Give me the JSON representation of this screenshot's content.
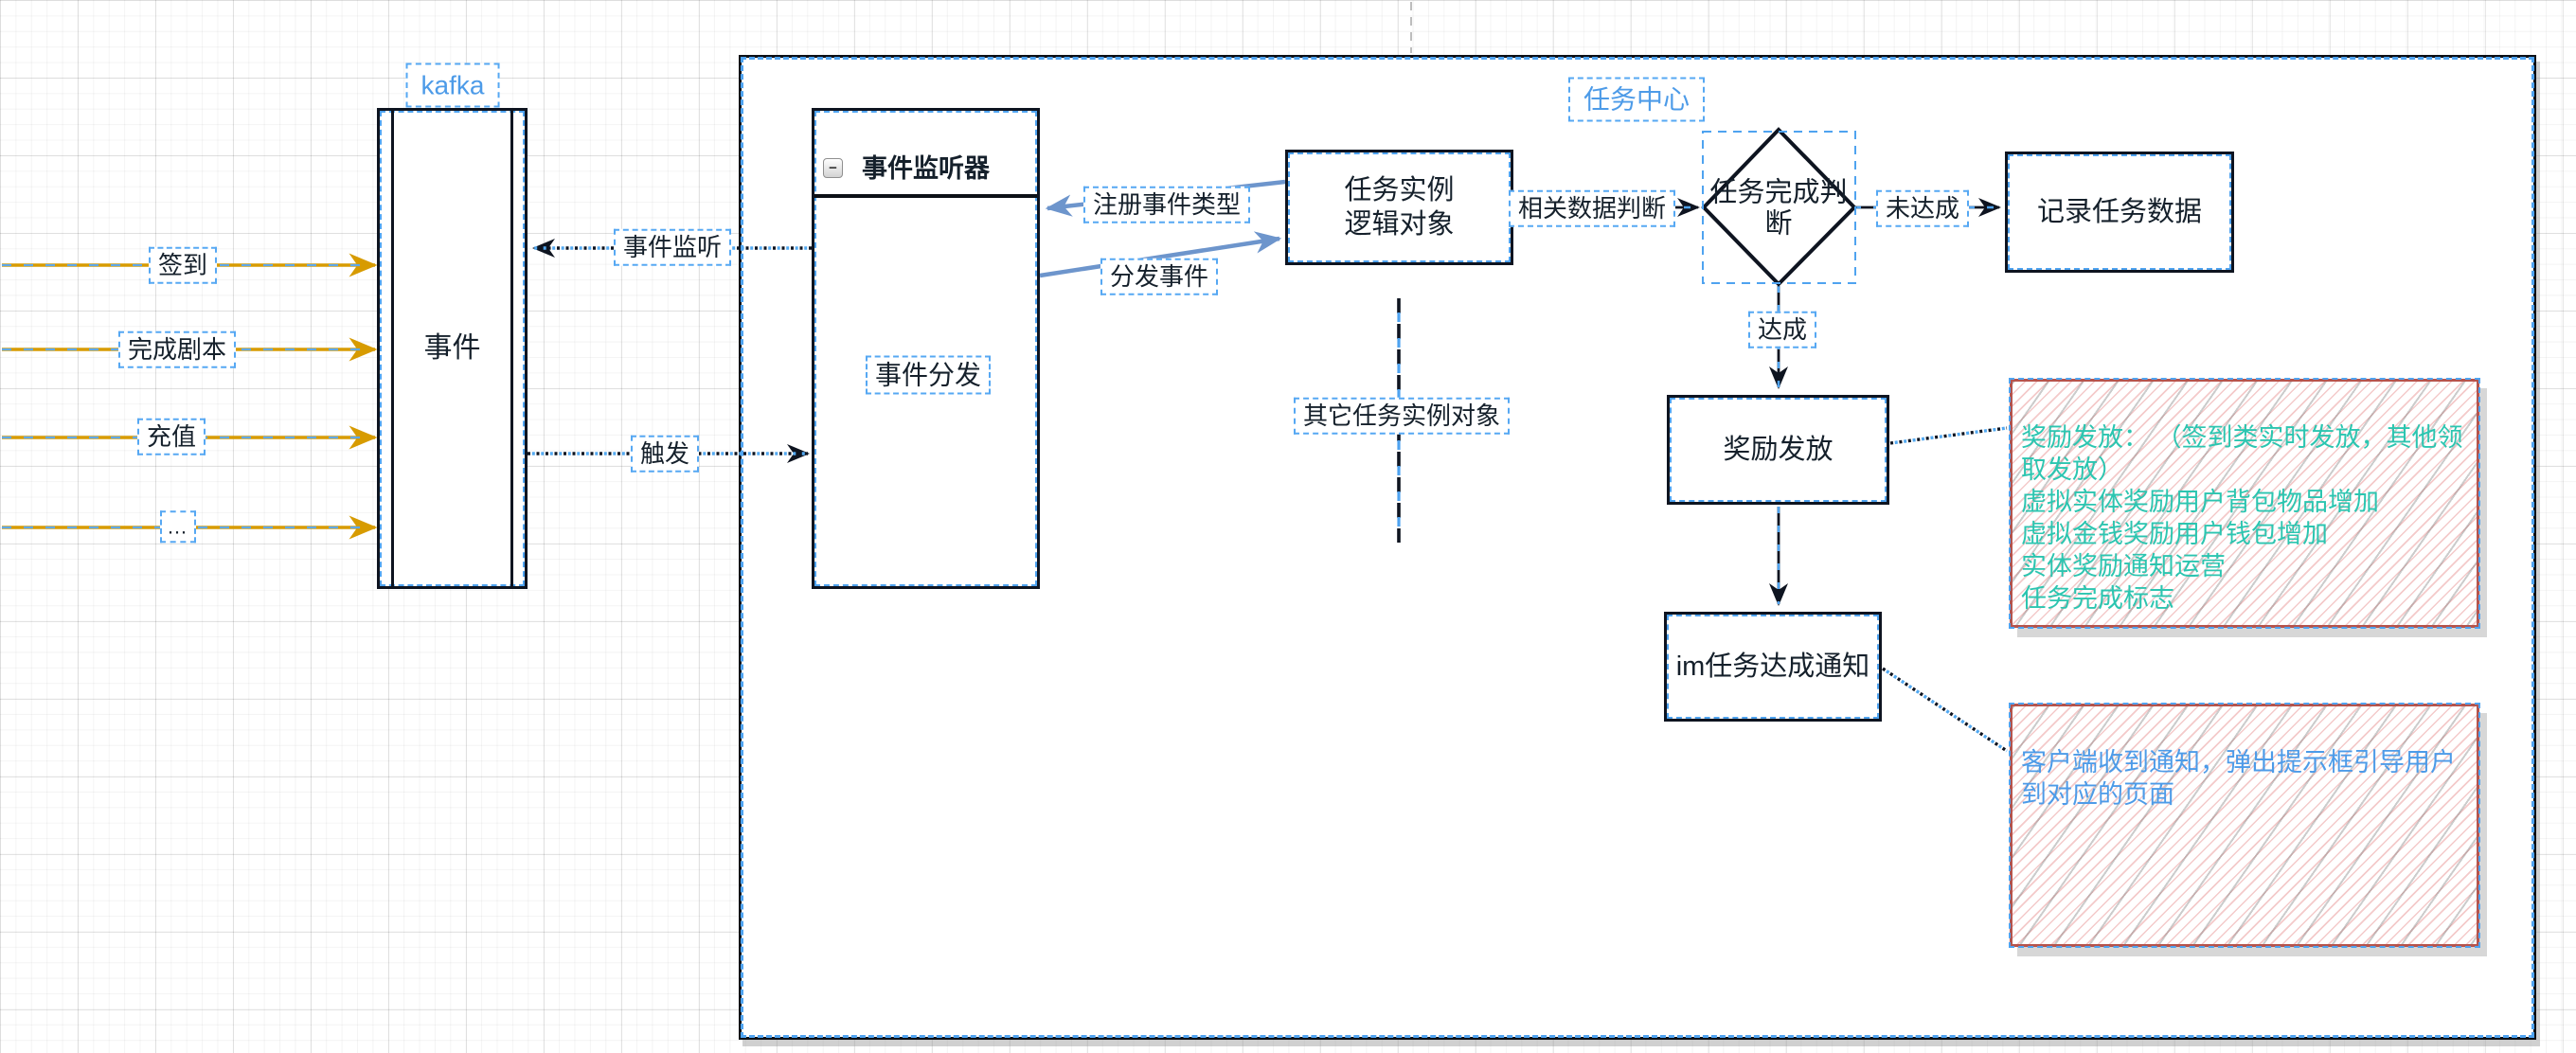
{
  "frames": {
    "kafka": {
      "label": "kafka",
      "color": "#4d9be8"
    },
    "task_center": {
      "label": "任务中心",
      "color": "#4d9be8"
    }
  },
  "nodes": {
    "event": {
      "label": "事件"
    },
    "event_listener": {
      "title": "事件监听器",
      "collapse_icon": "−",
      "body_label": "事件分发"
    },
    "task_instance": {
      "label": "任务实例\n逻辑对象"
    },
    "completion_check": {
      "label": "任务完成判断"
    },
    "record_task_data": {
      "label": "记录任务数据"
    },
    "reward_grant": {
      "label": "奖励发放"
    },
    "im_notify": {
      "label": "im任务达成通知"
    }
  },
  "input_events": [
    {
      "label": "签到"
    },
    {
      "label": "完成剧本"
    },
    {
      "label": "充值"
    },
    {
      "label": "…"
    }
  ],
  "edge_labels": {
    "event_listen": "事件监听",
    "trigger": "触发",
    "register_event_type": "注册事件类型",
    "dispatch_event": "分发事件",
    "related_data_check": "相关数据判断",
    "not_reached": "未达成",
    "reached": "达成",
    "other_task_instance": "其它任务实例对象"
  },
  "annotations": {
    "reward_note": {
      "text": "奖励发放： （签到类实时发放，其他领取发放）\n虚拟实体奖励用户背包物品增加\n虚拟金钱奖励用户钱包增加\n实体奖励通知运营\n任务完成标志",
      "color": "#2cc5b0"
    },
    "client_note": {
      "text": "客户端收到通知，弹出提示框引导用户到对应的页面",
      "color": "#4d9be8"
    }
  },
  "colors": {
    "stroke": "#0e1420",
    "selection": "#4fa3f0",
    "orange_arrow": "#d79b00",
    "blue_arrow": "#6d95cc",
    "annotation_border": "#b5544d"
  }
}
